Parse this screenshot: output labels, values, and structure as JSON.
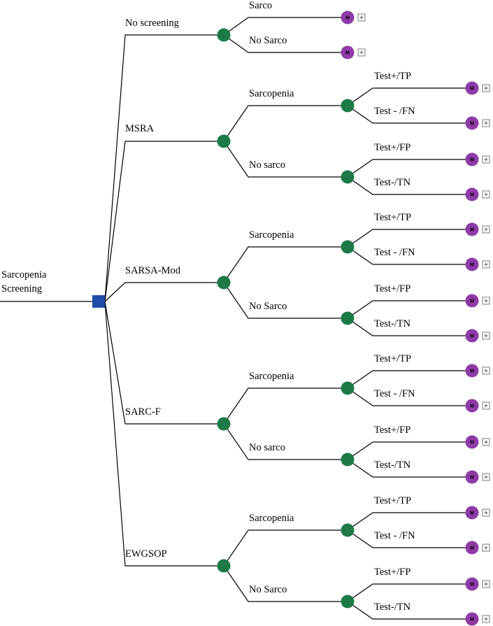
{
  "root": {
    "label_lines": [
      "Sarcopenia",
      "Screening"
    ]
  },
  "strategies": [
    {
      "label": "No screening",
      "branches": [
        {
          "label": "Sarco",
          "outcomes": []
        },
        {
          "label": "No Sarco",
          "outcomes": []
        }
      ]
    },
    {
      "label": "MSRA",
      "branches": [
        {
          "label": "Sarcopenia",
          "outcomes": [
            "Test+/TP",
            "Test - /FN"
          ]
        },
        {
          "label": "No sarco",
          "outcomes": [
            "Test+/FP",
            "Test-/TN"
          ]
        }
      ]
    },
    {
      "label": "SARSA-Mod",
      "branches": [
        {
          "label": "Sarcopenia",
          "outcomes": [
            "Test+/TP",
            "Test - /FN"
          ]
        },
        {
          "label": "No Sarco",
          "outcomes": [
            "Test+/FP",
            "Test-/TN"
          ]
        }
      ]
    },
    {
      "label": "SARC-F",
      "branches": [
        {
          "label": "Sarcopenia",
          "outcomes": [
            "Test+/TP",
            "Test - /FN"
          ]
        },
        {
          "label": "No sarco",
          "outcomes": [
            "Test+/FP",
            "Test-/TN"
          ]
        }
      ]
    },
    {
      "label": "EWGSOP",
      "branches": [
        {
          "label": "Sarcopenia",
          "outcomes": [
            "Test+/TP",
            "Test - /FN"
          ]
        },
        {
          "label": "No Sarco",
          "outcomes": [
            "Test+/FP",
            "Test-/TN"
          ]
        }
      ]
    }
  ],
  "node_types": {
    "root": "decision-square",
    "strategy": "chance-circle",
    "branch": "chance-circle",
    "leaf": "markov-m-circle"
  },
  "markov_glyph": "M",
  "colors": {
    "decision": "#1f4ea8",
    "chance": "#1d7a46",
    "markov": "#8e3aa8",
    "line": "#000000"
  },
  "icons": {
    "decision": "square-node-icon",
    "chance": "chance-node-icon",
    "markov": "markov-node-icon",
    "expand": "expand-plus-icon"
  }
}
